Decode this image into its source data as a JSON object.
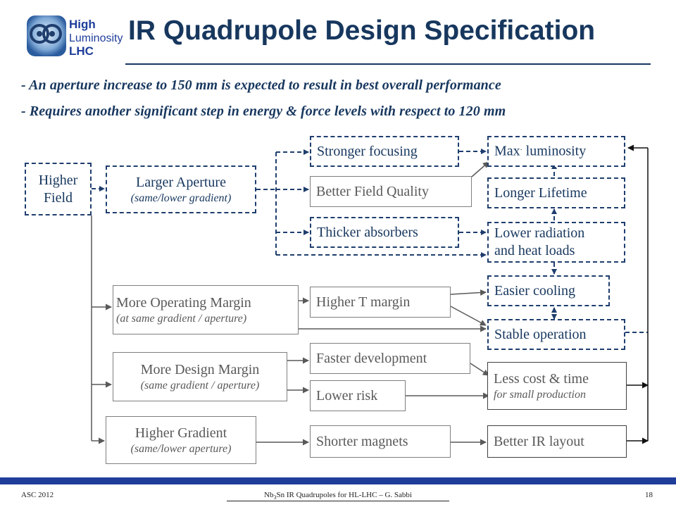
{
  "logo": {
    "line1": "High",
    "line2": "Luminosity",
    "line3": "LHC"
  },
  "title": "IR Quadrupole Design Specification",
  "bullets": [
    "- An aperture increase to 150 mm is expected to result in best overall performance",
    "- Requires another significant step in energy & force levels with respect to 120 mm"
  ],
  "diagram": {
    "higher_field": {
      "line1": "Higher",
      "line2": "Field"
    },
    "larger_aperture": {
      "title": "Larger Aperture",
      "sub": "(same/lower gradient)"
    },
    "more_operating_margin": {
      "title": "More Operating Margin",
      "sub": "(at same gradient / aperture)"
    },
    "more_design_margin": {
      "title": "More Design Margin",
      "sub": "(same gradient / aperture)"
    },
    "higher_gradient": {
      "title": "Higher Gradient",
      "sub": "(same/lower aperture)"
    },
    "stronger_focusing": "Stronger focusing",
    "better_field_quality": "Better Field Quality",
    "thicker_absorbers": "Thicker absorbers",
    "higher_t_margin": "Higher T margin",
    "faster_development": "Faster development",
    "lower_risk": "Lower risk",
    "shorter_magnets": "Shorter magnets",
    "max_luminosity": {
      "pre": "Max",
      "dot": ".",
      "post": " luminosity"
    },
    "longer_lifetime": "Longer Lifetime",
    "lower_radiation": {
      "line1": "Lower radiation",
      "line2": "and heat loads"
    },
    "easier_cooling": "Easier cooling",
    "stable_operation": "Stable operation",
    "less_cost": {
      "line1": "Less cost & time",
      "line2": "for small production"
    },
    "better_ir_layout": "Better IR layout"
  },
  "footer": {
    "left": "ASC 2012",
    "mid_pre": "Nb",
    "mid_sub1": "3",
    "mid_post": "Sn IR Quadrupoles for HL-LHC – G. Sabbi",
    "page": "18"
  },
  "colors": {
    "title": "#17375e",
    "dashed_box": "#1f3e6e",
    "solid_box": "#7f7f7f",
    "footer_bar": "#1f3e9a"
  }
}
